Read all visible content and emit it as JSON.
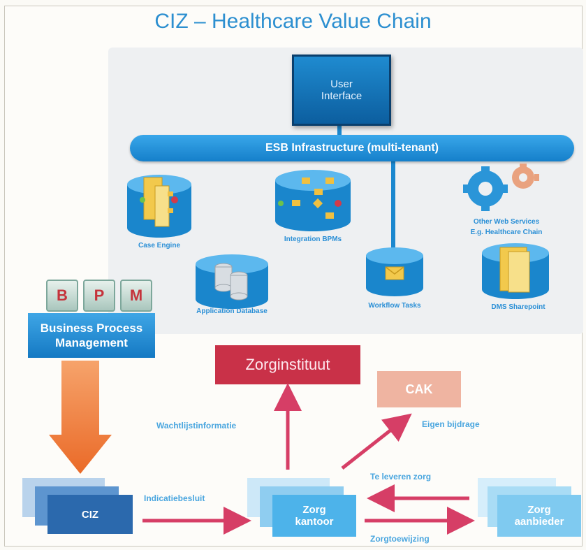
{
  "title": "CIZ – Healthcare Value Chain",
  "user_interface": "User\nInterface",
  "esb": "ESB Infrastructure (multi-tenant)",
  "components": {
    "case_engine": "Case Engine",
    "integration_bpms": "Integration BPMs",
    "other_web_services": "Other Web Services\nE.g. Healthcare Chain",
    "application_database": "Application Database",
    "workflow_tasks": "Workflow Tasks",
    "dms_sharepoint": "DMS Sharepoint"
  },
  "bpm": {
    "letters": [
      "B",
      "P",
      "M"
    ],
    "label": "Business Process\nManagement"
  },
  "nodes": {
    "zorginstituut": "Zorginstituut",
    "cak": "CAK",
    "ciz": "CIZ",
    "zorgkantoor": "Zorg\nkantoor",
    "zorgaanbieder": "Zorg\naanbieder"
  },
  "flows": {
    "wachtlijstinformatie": "Wachtlijstinformatie",
    "eigen_bijdrage": "Eigen bijdrage",
    "te_leveren_zorg": "Te leveren zorg",
    "indicatiebesluit": "Indicatiebesluit",
    "zorgtoewijzing": "Zorgtoewijzing"
  },
  "colors": {
    "title": "#2c8fd0",
    "esb": "#1b88cf",
    "zorginstituut": "#c93148",
    "cak": "#efb4a1",
    "arrow": "#d63e66",
    "bpm_arrow": "#f07a32"
  }
}
